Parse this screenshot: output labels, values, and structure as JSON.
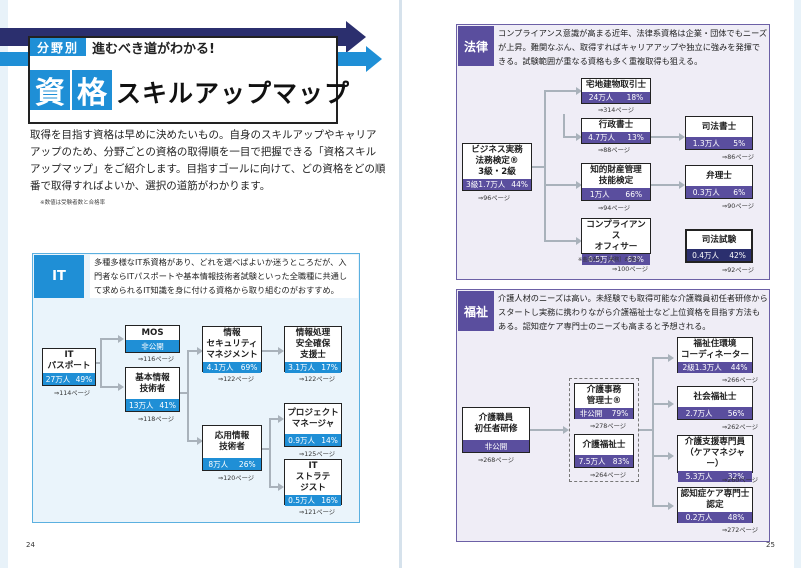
{
  "header": {
    "tag": "分野別",
    "subtitle": "進むべき道がわかる!",
    "title_char1": "資",
    "title_char2": "格",
    "title_rest": "スキルアップマップ",
    "intro": "取得を目指す資格は早めに決めたいもの。自身のスキルアップやキャリアアップのため、分野ごとの資格の取得順を一目で把握できる「資格スキルアップマップ」をご紹介します。目指すゴールに向けて、どの資格をどの順番で取得すればよいか、選択の道筋がわかります。",
    "note": "※数値は受験者数と合格率"
  },
  "it": {
    "label": "IT",
    "description": "多種多様なIT系資格があり、どれを選べばよいか迷うところだが、入門者ならITパスポートや基本情報技術者試験といった全職種に共通して求められるIT知識を身に付ける資格から取り組むのがおすすめ。",
    "cards": {
      "itpass": {
        "name": "IT\nパスポート",
        "count": "27万人",
        "rate": "49%",
        "ref": "⇒114ページ"
      },
      "mos": {
        "name": "MOS",
        "count": "非公開",
        "rate": "",
        "ref": "⇒116ページ"
      },
      "kihon": {
        "name": "基本情報\n技術者",
        "count": "13万人",
        "rate": "41%",
        "ref": "⇒118ページ"
      },
      "sec": {
        "name": "情報\nセキュリティ\nマネジメント",
        "count": "4.1万人",
        "rate": "69%",
        "ref": "⇒122ページ"
      },
      "oyo": {
        "name": "応用情報\n技術者",
        "count": "8万人",
        "rate": "26%",
        "ref": "⇒120ページ"
      },
      "sspec": {
        "name": "情報処理\n安全確保\n支援士",
        "count": "3.1万人",
        "rate": "17%",
        "ref": "⇒122ページ"
      },
      "pm": {
        "name": "プロジェクト\nマネージャ",
        "count": "0.9万人",
        "rate": "14%",
        "ref": "⇒125ページ"
      },
      "st": {
        "name": "IT\nストラテ\nジスト",
        "count": "0.5万人",
        "rate": "16%",
        "ref": "⇒121ページ"
      }
    }
  },
  "law": {
    "label": "法律",
    "description": "コンプライアンス意識が高まる近年、法律系資格は企業・団体でもニーズが上昇。難関なぶん、取得すればキャリアアップや独立に強みを発揮できる。試験範囲が重なる資格も多く重複取得も狙える。",
    "cards": {
      "biz": {
        "name": "ビジネス実務\n法務検定®\n3級・2級",
        "count": "3級1.7万人",
        "rate": "44%",
        "ref": "⇒96ページ"
      },
      "takken": {
        "name": "宅地建物取引士",
        "count": "24万人",
        "rate": "18%",
        "ref": "⇒314ページ"
      },
      "gyosei": {
        "name": "行政書士",
        "count": "4.7万人",
        "rate": "13%",
        "ref": "⇒88ページ"
      },
      "chizai": {
        "name": "知的財産管理\n技能検定",
        "count": "1万人",
        "rate": "66%",
        "ref": "⇒94ページ"
      },
      "compl": {
        "name": "コンプライアンス\nオフィサー",
        "count": "0.5万人",
        "rate": "63%",
        "ref": "⇒100ページ",
        "note": "※金融AML［実務］の場合"
      },
      "shiho": {
        "name": "司法書士",
        "count": "1.3万人",
        "rate": "5%",
        "ref": "⇒86ページ"
      },
      "benri": {
        "name": "弁理士",
        "count": "0.3万人",
        "rate": "6%",
        "ref": "⇒90ページ"
      },
      "shihoshiken": {
        "name": "司法試験",
        "count": "0.4万人",
        "rate": "42%",
        "ref": "⇒92ページ"
      }
    }
  },
  "welfare": {
    "label": "福祉",
    "description": "介護人材のニーズは高い。未経験でも取得可能な介護職員初任者研修からスタートし実務に携わりながら介護福祉士など上位資格を目指す方法もある。認知症ケア専門士のニーズも高まると予想される。",
    "cards": {
      "shonin": {
        "name": "介護職員\n初任者研修",
        "count": "非公開",
        "rate": "",
        "ref": "⇒268ページ"
      },
      "jimu": {
        "name": "介護事務\n管理士®",
        "count": "非公開",
        "rate": "79%",
        "ref": "⇒278ページ"
      },
      "kaigo": {
        "name": "介護福祉士",
        "count": "7.5万人",
        "rate": "83%",
        "ref": "⇒264ページ"
      },
      "jutaku": {
        "name": "福祉住環境\nコーディネーター",
        "count": "2級1.3万人",
        "rate": "44%",
        "ref": "⇒266ページ"
      },
      "shakai": {
        "name": "社会福祉士",
        "count": "2.7万人",
        "rate": "56%",
        "ref": "⇒262ページ"
      },
      "care": {
        "name": "介護支援専門員\n（ケアマネジャー）",
        "count": "5.3万人",
        "rate": "32%",
        "ref": "⇒260ページ"
      },
      "ninchi": {
        "name": "認知症ケア専門士\n認定",
        "count": "0.2万人",
        "rate": "48%",
        "ref": "⇒272ページ"
      }
    }
  },
  "page_numbers": {
    "left": "24",
    "right": "25"
  }
}
